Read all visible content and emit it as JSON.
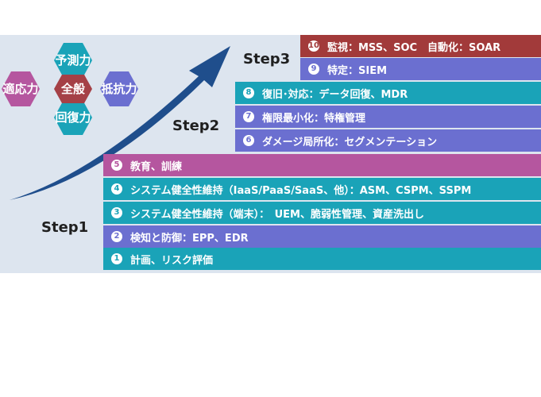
{
  "steps": {
    "step1": "Step1",
    "step2": "Step2",
    "step3": "Step3"
  },
  "hexagons": {
    "center": "全般",
    "top": "予測力",
    "left": "適応力",
    "right": "抵抗力",
    "bottom": "回復力"
  },
  "bars": [
    {
      "num": "1",
      "text": "計画、リスク評価"
    },
    {
      "num": "2",
      "text": "検知と防御：EPP、EDR"
    },
    {
      "num": "3",
      "text": "システム健全性維持（端末）：　UEM、脆弱性管理、資産洗出し"
    },
    {
      "num": "4",
      "text": "システム健全性維持（IaaS/PaaS/SaaS、他）：ASM、CSPM、SSPM"
    },
    {
      "num": "5",
      "text": "教育、訓練"
    },
    {
      "num": "6",
      "text": "ダメージ局所化：セグメンテーション"
    },
    {
      "num": "7",
      "text": "権限最小化：特権管理"
    },
    {
      "num": "8",
      "text": "復旧･対応：データ回復、MDR"
    },
    {
      "num": "9",
      "text": "特定：SIEM"
    },
    {
      "num": "10",
      "text": "監視：MSS、SOC　自動化：SOAR"
    }
  ],
  "colors": {
    "teal": "#1aa3b8",
    "purple": "#6b6fd0",
    "magenta": "#b5569f",
    "darkred": "#a23a3a",
    "hex_center": "#a54046",
    "arrow": "#1f4e8c"
  }
}
